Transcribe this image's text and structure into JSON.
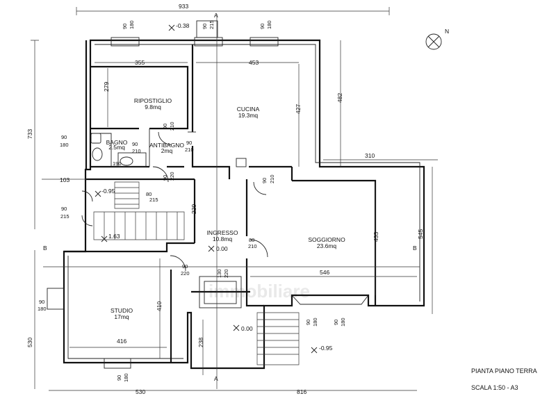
{
  "title": "PIANTA PIANO TERRA",
  "scale": "SCALA 1:50 - A3",
  "north": "N",
  "watermark": "immobiliare",
  "rooms": {
    "ripostiglio": {
      "name": "RIPOSTIGLIO",
      "area": "9.8mq"
    },
    "cucina": {
      "name": "CUCINA",
      "area": "19.3mq"
    },
    "bagno": {
      "name": "BAGNO",
      "area": "2.5mq"
    },
    "antibagno": {
      "name": "ANTIBAGNO",
      "area": "2mq"
    },
    "ingresso": {
      "name": "INGRESSO",
      "area": "10.8mq"
    },
    "soggiorno": {
      "name": "SOGGIORNO",
      "area": "23.6mq"
    },
    "studio": {
      "name": "STUDIO",
      "area": "17mq"
    }
  },
  "dims": {
    "overall_top": "933",
    "overall_bottom_left": "530",
    "overall_bottom_right": "816",
    "left_height_top": "733",
    "left_height_bottom": "530",
    "ripostiglio_w": "355",
    "cucina_w": "453",
    "ripostiglio_h": "279",
    "cucina_h": "427",
    "right_top": "482",
    "soggiorno_top": "310",
    "soggiorno_h": "433",
    "soggiorno_w": "546",
    "right_side": "545",
    "studio_h": "410",
    "studio_w": "416",
    "stair_h": "229",
    "lower_h": "238",
    "stair_left": "103",
    "bath_190": "190"
  },
  "openings": {
    "w_top1": "90",
    "w_top1b": "180",
    "w_top2": "90",
    "w_top2b": "215",
    "w_top3": "90",
    "w_top3b": "180",
    "w_bagno": "90",
    "w_bagnob": "180",
    "d_bagno": "90",
    "d_bagnob": "210",
    "d_rip": "90",
    "d_ripb": "210",
    "d_anti": "90",
    "d_antib": "210",
    "d_anti2": "90",
    "d_anti2b": "220",
    "d_stair": "80",
    "d_stairb": "215",
    "d_left": "90",
    "d_leftb": "215",
    "d_cucina": "90",
    "d_cucinab": "210",
    "d_ingresso": "80",
    "d_ingressob": "210",
    "d_studio": "90",
    "d_studiob": "220",
    "entry": "130",
    "entryb": "220",
    "w_studio_l": "90",
    "w_studio_lb": "180",
    "w_studio_b": "90",
    "w_studio_bb": "180",
    "w_sog1": "90",
    "w_sog1b": "180",
    "w_sog2": "90",
    "w_sog2b": "180"
  },
  "levels": {
    "top": "-0.38",
    "stair": "-0.95",
    "mid": "1.63",
    "ingresso": "0.00",
    "portico": "0.00",
    "outside": "-0.95"
  },
  "sections": {
    "a": "A",
    "b": "B"
  }
}
